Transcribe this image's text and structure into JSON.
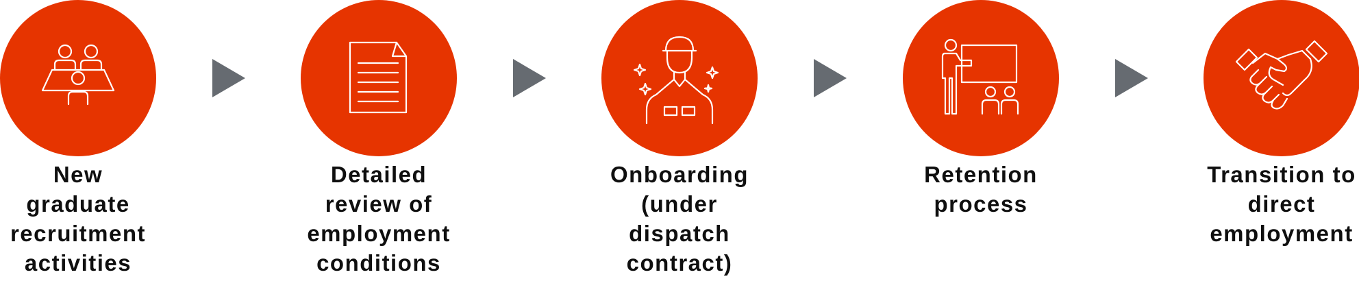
{
  "steps": [
    {
      "label": "New\ngraduate\nrecruitment\nactivities",
      "icon": "meeting-table-icon"
    },
    {
      "label": "Detailed\nreview of\nemployment\nconditions",
      "icon": "document-icon"
    },
    {
      "label": "Onboarding\n(under\ndispatch\ncontract)",
      "icon": "new-employee-icon"
    },
    {
      "label": "Retention\nprocess",
      "icon": "training-presentation-icon"
    },
    {
      "label": "Transition to\ndirect\nemployment",
      "icon": "handshake-icon"
    }
  ],
  "colors": {
    "circle": "#e63400",
    "arrow": "#666b71",
    "text": "#0f0f0f",
    "icon_stroke": "#ffffff"
  }
}
